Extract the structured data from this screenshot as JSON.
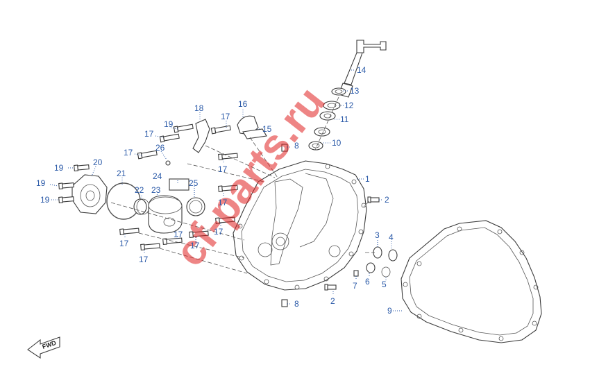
{
  "watermark": {
    "text": "cf-parts.ru",
    "color": "#e02020"
  },
  "direction_label": "FWD",
  "callout_color": "#2b5aa8",
  "callouts": [
    {
      "id": "c14",
      "text": "14"
    },
    {
      "id": "c13",
      "text": "13"
    },
    {
      "id": "c12",
      "text": "12"
    },
    {
      "id": "c11",
      "text": "11"
    },
    {
      "id": "c10",
      "text": "10"
    },
    {
      "id": "c16",
      "text": "16"
    },
    {
      "id": "c15",
      "text": "15"
    },
    {
      "id": "c18",
      "text": "18"
    },
    {
      "id": "c17a",
      "text": "17"
    },
    {
      "id": "c19a",
      "text": "19"
    },
    {
      "id": "c17b",
      "text": "17"
    },
    {
      "id": "c26",
      "text": "26"
    },
    {
      "id": "c17c",
      "text": "17"
    },
    {
      "id": "c8a",
      "text": "8"
    },
    {
      "id": "c17d",
      "text": "17"
    },
    {
      "id": "c1",
      "text": "1"
    },
    {
      "id": "c2a",
      "text": "2"
    },
    {
      "id": "c20",
      "text": "20"
    },
    {
      "id": "c19b",
      "text": "19"
    },
    {
      "id": "c21",
      "text": "21"
    },
    {
      "id": "c24",
      "text": "24"
    },
    {
      "id": "c19c",
      "text": "19"
    },
    {
      "id": "c22",
      "text": "22"
    },
    {
      "id": "c23",
      "text": "23"
    },
    {
      "id": "c25",
      "text": "25"
    },
    {
      "id": "c17e",
      "text": "17"
    },
    {
      "id": "c19d",
      "text": "19"
    },
    {
      "id": "c17f",
      "text": "17"
    },
    {
      "id": "c3",
      "text": "3"
    },
    {
      "id": "c4",
      "text": "4"
    },
    {
      "id": "c17g",
      "text": "17"
    },
    {
      "id": "c17h",
      "text": "17"
    },
    {
      "id": "c17i",
      "text": "17"
    },
    {
      "id": "c17j",
      "text": "17"
    },
    {
      "id": "c6",
      "text": "6"
    },
    {
      "id": "c5",
      "text": "5"
    },
    {
      "id": "c7",
      "text": "7"
    },
    {
      "id": "c2b",
      "text": "2"
    },
    {
      "id": "c8b",
      "text": "8"
    },
    {
      "id": "c9",
      "text": "9"
    }
  ]
}
